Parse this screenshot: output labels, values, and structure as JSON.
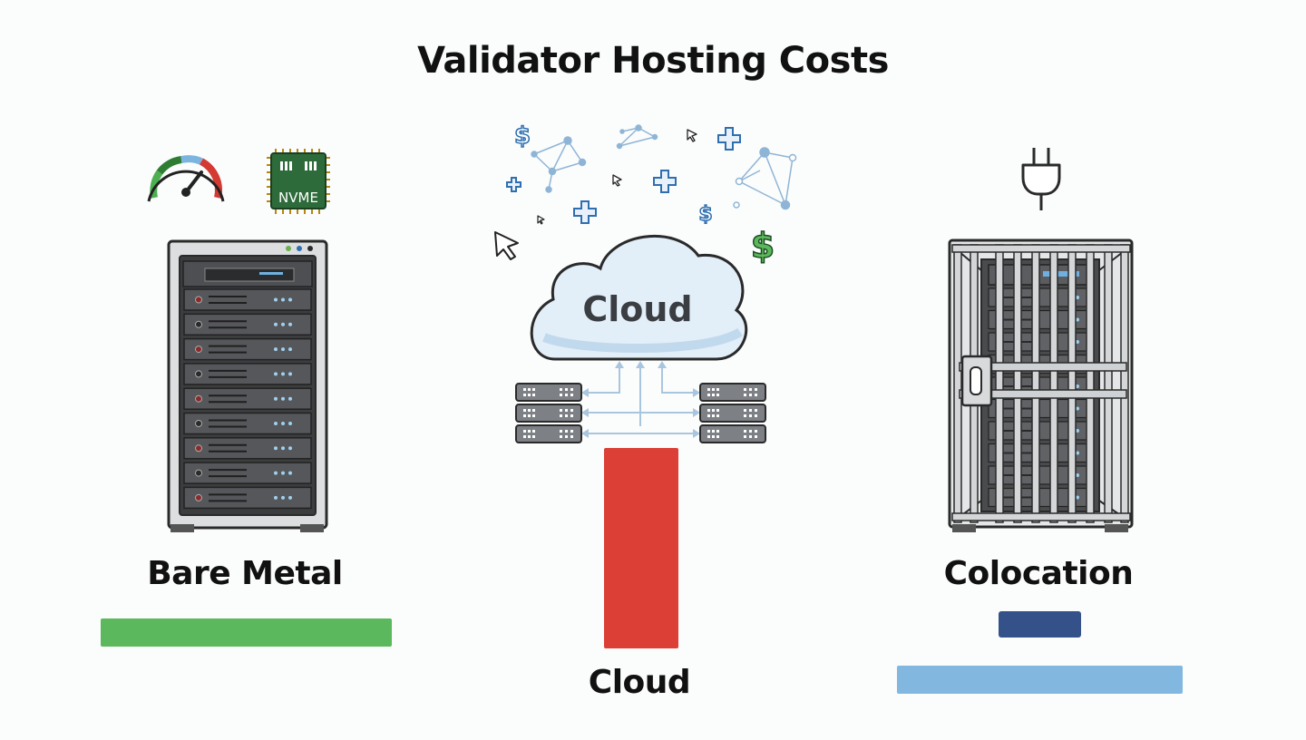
{
  "title": "Validator Hosting Costs",
  "columns": [
    {
      "id": "bare_metal",
      "label": "Bare Metal",
      "bar_color": "#5cb85c"
    },
    {
      "id": "cloud",
      "label": "Cloud",
      "bar_color": "#dc3f36"
    },
    {
      "id": "colocation",
      "label": "Colocation",
      "bar_color": "#82b7df",
      "accent_color": "#34518a"
    }
  ],
  "cloud_icon_label": "Cloud",
  "chip_label": "NVME",
  "icons": [
    "speedometer-icon",
    "nvme-chip-icon",
    "server-rack-icon",
    "cloud-icon",
    "dollar-icon",
    "network-nodes-icon",
    "cursor-icon",
    "plus-icon",
    "server-stack-icon",
    "power-plug-icon",
    "caged-rack-icon"
  ]
}
